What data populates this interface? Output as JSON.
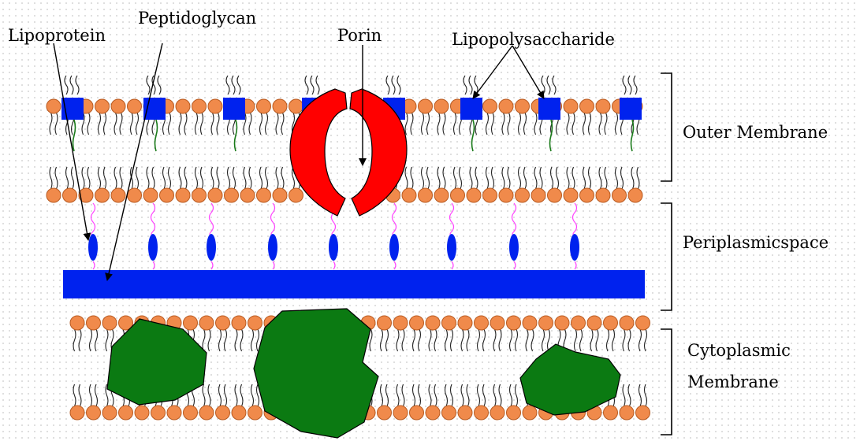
{
  "labels": {
    "lipoprotein": "Lipoprotein",
    "peptidoglycan": "Peptidoglycan",
    "porin": "Porin",
    "lipopolysaccharide": "Lipopolysaccharide",
    "outer_membrane": "Outer Membrane",
    "periplasmic_space": "Periplasmicspace",
    "cytoplasmic_line1": "Cytoplasmic",
    "cytoplasmic_line2": "Membrane"
  },
  "colors": {
    "lipid_head": "#f08a4b",
    "lipid_head_stroke": "#b85a20",
    "lps_square": "#0022ee",
    "lipoprotein": "#0022ee",
    "peptidoglycan": "#0022ee",
    "lipoprotein_tether": "#ff44ff",
    "porin": "#ff0000",
    "membrane_protein": "#0b7a12",
    "lps_tail": "#1a7a1a"
  },
  "icons": {
    "lipid": "phospholipid-icon",
    "lps": "lipopolysaccharide-icon",
    "lipoprotein": "lipoprotein-icon",
    "porin": "porin-icon",
    "protein": "membrane-protein-icon"
  }
}
